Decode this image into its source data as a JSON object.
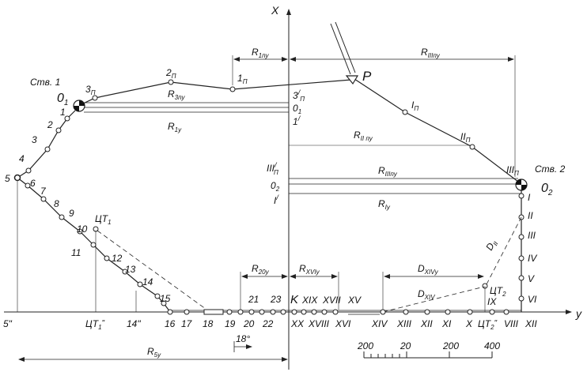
{
  "axes": {
    "x_label": "X",
    "y_label": "y"
  },
  "stations": {
    "st1_label": "Ств. 1",
    "st1_center": "0",
    "st1_center_sub": "1",
    "st2_label": "Ств. 2",
    "st2_center": "0",
    "st2_center_sub": "2"
  },
  "point_p": "P",
  "point_k": "K",
  "radius_labels": {
    "r1pu": "R",
    "r1pu_sub": "1пу",
    "r3pu": "R",
    "r3pu_sub": "3пу",
    "r1y": "R",
    "r1y_sub": "1у",
    "r2pu": "R",
    "r2pu_sub": "II пу",
    "rIIIpu_top": "R",
    "rIIIpu_top_sub": "IIIпу",
    "rIIIpu_mid": "R",
    "rIIIpu_mid_sub": "IIIпу",
    "rIy": "R",
    "rIy_sub": "Iу",
    "r20y": "R",
    "r20y_sub": "20у",
    "rXVIy": "R",
    "rXVIy_sub": "XVIу",
    "r5y": "R",
    "r5y_sub": "5у",
    "dXIVy": "D",
    "dXIVy_sub": "XIVу",
    "dXIV": "D",
    "dXIV_sub": "XIV",
    "dII": "D",
    "dII_sub": "II"
  },
  "axis_marks_left": {
    "m3p": "3",
    "m3p_prime": "/",
    "m3p_sub": "П",
    "m01": "0",
    "m01_sub": "1",
    "m1p": "1",
    "m1p_prime": "/",
    "mIIIp": "III",
    "mIIIp_prime": "/",
    "mIIIp_sub": "П",
    "m02": "0",
    "m02_sub": "2",
    "mI": "I",
    "mI_prime": "/"
  },
  "upper_left_points": {
    "p3": "3",
    "p3_sub": "П",
    "p2": "2",
    "p2_sub": "П",
    "p1": "1",
    "p1_sub": "П"
  },
  "upper_right_points": {
    "pI": "I",
    "pI_sub": "П",
    "pII": "II",
    "pII_sub": "П",
    "pIII": "III",
    "pIII_sub": "П"
  },
  "left_chain": [
    "1",
    "2",
    "3",
    "4",
    "5",
    "6",
    "7",
    "8",
    "9",
    "10",
    "11",
    "12",
    "13",
    "14",
    "15"
  ],
  "bottom_left_numbers": [
    "16",
    "17",
    "18",
    "19",
    "20",
    "21",
    "22",
    "23"
  ],
  "cg_labels": {
    "ct1": "ЦТ",
    "ct1_sub": "1",
    "ct1_axis": "ЦТ",
    "ct1_axis_sub": "1",
    "ct1_axis_prime": "\"",
    "p14": "14\"",
    "p5": "5\"",
    "ct2": "ЦТ",
    "ct2_sub": "2",
    "ct2_axis": "ЦТ",
    "ct2_axis_sub": "2",
    "ct2_axis_prime": "\""
  },
  "right_chain": [
    "I",
    "II",
    "III",
    "IV",
    "V",
    "VI"
  ],
  "roman_top": [
    "XIX",
    "XVII",
    "XV"
  ],
  "roman_bottom": [
    "XX",
    "XVIII",
    "XVI",
    "XIV",
    "XIII",
    "XII",
    "XI",
    "X",
    "IX",
    "VIII",
    "XII"
  ],
  "angle": "18°",
  "scale": {
    "a": "200",
    "b": "20",
    "c": "200",
    "d": "400"
  }
}
